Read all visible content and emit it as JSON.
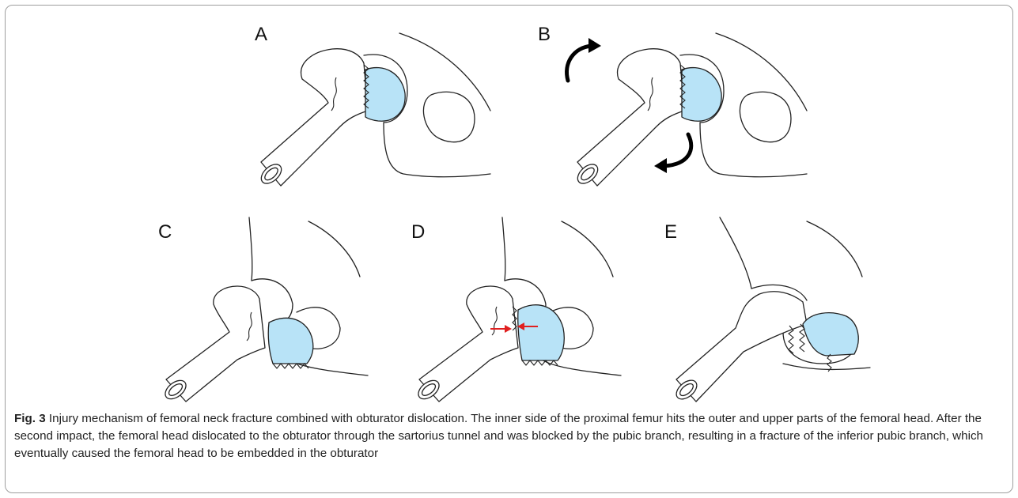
{
  "figure": {
    "panels": [
      {
        "label": "A",
        "state": "femoral neck fracture, head in acetabulum"
      },
      {
        "label": "B",
        "state": "rotational force applied"
      },
      {
        "label": "C",
        "state": "head dislocated toward obturator"
      },
      {
        "label": "D",
        "state": "second impact"
      },
      {
        "label": "E",
        "state": "head embedded in obturator, inferior pubic branch fractured"
      }
    ],
    "colors": {
      "femoral_head": "#b8e3f7",
      "impact_arrow": "#e02020",
      "outline": "#222222"
    },
    "caption": {
      "label": "Fig. 3",
      "text": "Injury mechanism of femoral neck fracture combined with obturator dislocation. The inner side of the proximal femur hits the outer and upper parts of the femoral head. After the second impact, the femoral head dislocated to the obturator through the sartorius tunnel and was blocked by the pubic branch, resulting in a fracture of the inferior pubic branch, which eventually caused the femoral head to be embedded in the obturator"
    }
  }
}
